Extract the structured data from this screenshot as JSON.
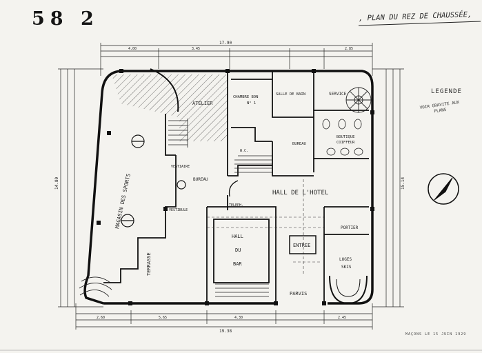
{
  "sheet": {
    "number": "58 2",
    "title": ", PLAN DU REZ DE CHAUSSÉE,"
  },
  "legend": {
    "title": "LEGENDE",
    "note": "VOIR GRAVITE AUX PLANS"
  },
  "footer": {
    "note": "MAÇONS  LE 15 JUIN 1929"
  },
  "rooms": {
    "atelier": "ATELIER",
    "chambre": "CHAMBRE BON",
    "chambre_no": "N° 1",
    "salle_bain": "SALLE DE BAIN",
    "service": "SERVICE",
    "magasin": "MAGASIN DES SPORTS",
    "bureau": "BUREAU",
    "bureau2": "BUREAU",
    "boutique": "BOUTIQUE",
    "coiffeur": "COIFFEUR",
    "hall_hotel": "HALL DE L'HOTEL",
    "hall_bar_1": "HALL",
    "hall_bar_2": "DU",
    "hall_bar_3": "BAR",
    "entree": "ENTREE",
    "portier": "PORTIER",
    "loges_1": "LOGES",
    "loges_2": "SKIS",
    "terrasse": "TERRASSE",
    "parvis": "PARVIS",
    "vestiaire": "VESTIAIRE",
    "telephone": "TELEPH.",
    "vestibule": "VESTIBULE",
    "wc": "W.C."
  },
  "dimensions": {
    "top_total": "17.90",
    "bottom_total": "19.38",
    "left_total": "14.80",
    "right_total": "15.14",
    "top_a": "4.00",
    "top_b": "3.45",
    "top_c": "2.85",
    "bot_a": "2.60",
    "bot_b": "5.65",
    "bot_c": "4.30",
    "bot_d": "2.45"
  }
}
